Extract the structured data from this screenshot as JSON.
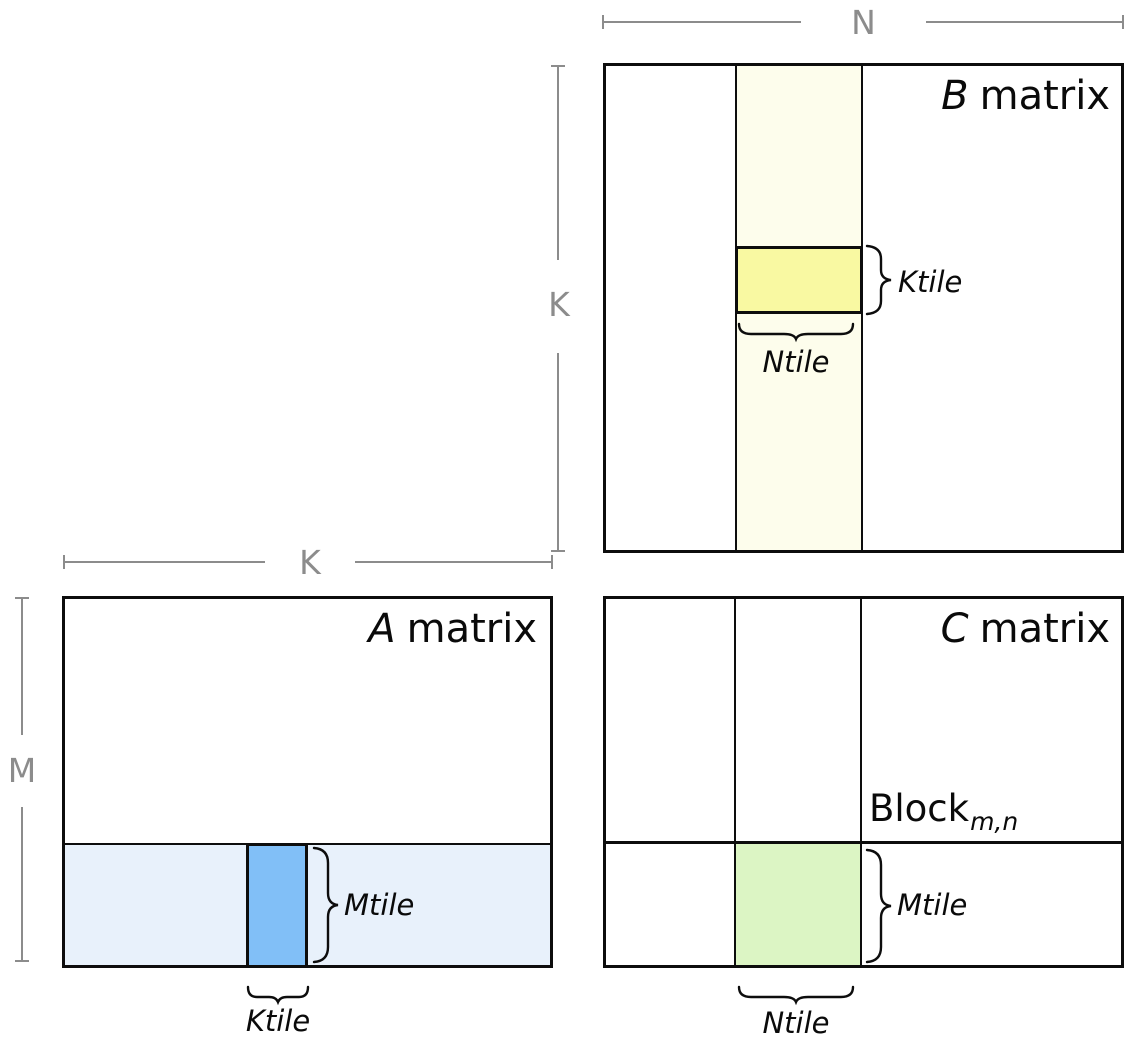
{
  "colors": {
    "ivory_strip": "#FDFDEC",
    "yellow_tile": "#F9F9A2",
    "light_blue_strip": "#E8F1FB",
    "blue_tile": "#81BFF7",
    "green_tile": "#DCF5C4",
    "dim_gray": "#8C8C8C",
    "line_black": "#0D0D0D"
  },
  "b": {
    "title_letter": "B",
    "title_word": "matrix",
    "ktile": "Ktile",
    "ntile": "Ntile"
  },
  "a": {
    "title_letter": "A",
    "title_word": "matrix",
    "mtile": "Mtile",
    "ktile": "Ktile"
  },
  "c": {
    "title_letter": "C",
    "title_word": "matrix",
    "mtile": "Mtile",
    "ntile": "Ntile",
    "block": "Block",
    "block_sub": "m,n"
  },
  "dims": {
    "n": "N",
    "k_right": "K",
    "k_left": "K",
    "m": "M"
  }
}
